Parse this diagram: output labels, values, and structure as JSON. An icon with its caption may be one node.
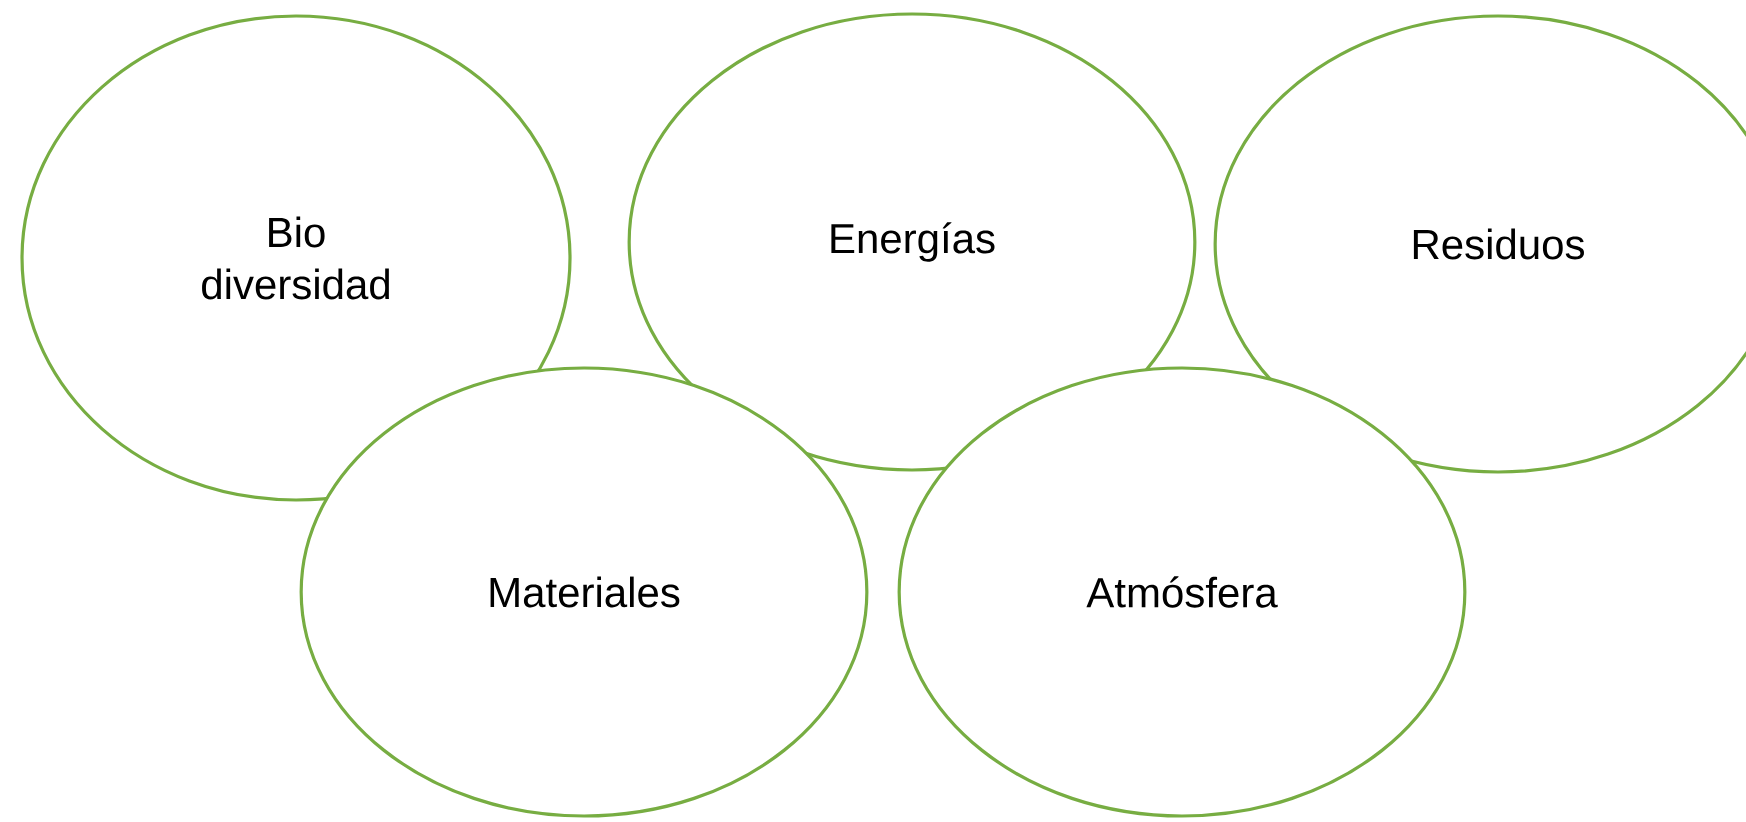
{
  "diagram": {
    "nodes": [
      {
        "text": [
          "Bio diversidad"
        ]
      },
      {
        "text": [
          "Energías"
        ]
      },
      {
        "text": [
          "Residuos"
        ]
      },
      {
        "text": [
          "Materiales"
        ]
      },
      {
        "text": [
          "Atmósfera"
        ]
      }
    ]
  }
}
